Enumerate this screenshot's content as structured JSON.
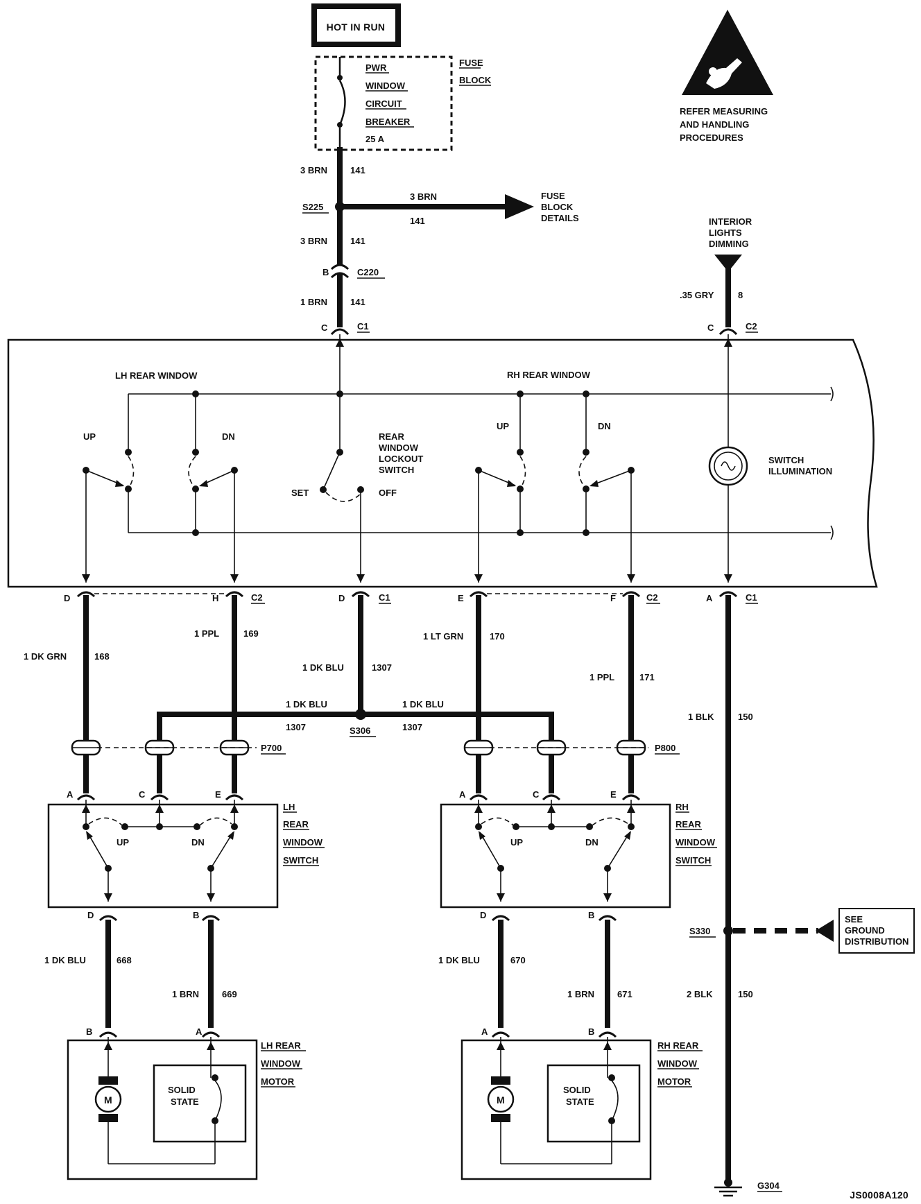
{
  "hot_label": "HOT IN RUN",
  "fuse_block": {
    "label_lines": [
      "FUSE",
      "BLOCK"
    ],
    "breaker_lines": [
      "PWR",
      "WINDOW",
      "CIRCUIT",
      "BREAKER",
      "25 A"
    ]
  },
  "esd_text": [
    "REFER MEASURING",
    "AND HANDLING",
    "PROCEDURES"
  ],
  "feed": {
    "w1": "3 BRN",
    "c1": "141",
    "splice": "S225",
    "branch_wire": "3 BRN",
    "branch_circuit": "141",
    "branch_dest": [
      "FUSE",
      "BLOCK",
      "DETAILS"
    ],
    "w2": "3 BRN",
    "c2": "141",
    "conn_pin": "B",
    "conn": "C220",
    "w3": "1 BRN",
    "c3": "141",
    "sw_pin": "C",
    "sw_conn": "C1"
  },
  "dimming": {
    "label": [
      "INTERIOR",
      "LIGHTS",
      "DIMMING"
    ],
    "wire": ".35 GRY",
    "circuit": "8",
    "pin": "C",
    "conn": "C2"
  },
  "master_switch": {
    "lh_title": "LH REAR WINDOW",
    "rh_title": "RH REAR WINDOW",
    "up": "UP",
    "dn": "DN",
    "lockout": [
      "REAR",
      "WINDOW",
      "LOCKOUT",
      "SWITCH"
    ],
    "set": "SET",
    "off": "OFF",
    "illum": [
      "SWITCH",
      "ILLUMINATION"
    ]
  },
  "bottom_conns": {
    "d": "D",
    "h": "H",
    "c2a": "C2",
    "d2": "D",
    "c1a": "C1",
    "e": "E",
    "f": "F",
    "c2b": "C2",
    "a": "A",
    "c1b": "C1"
  },
  "wires": {
    "lh_up": "1 DK GRN",
    "lh_up_c": "168",
    "lh_dn": "1 PPL",
    "lh_dn_c": "169",
    "lock": "1 DK BLU",
    "lock_c": "1307",
    "rh_up": "1 LT GRN",
    "rh_up_c": "170",
    "rh_dn": "1 PPL",
    "rh_dn_c": "171",
    "gnd": "1 BLK",
    "gnd_c": "150",
    "s306_left_w": "1 DK BLU",
    "s306_left_c": "1307",
    "s306": "S306",
    "s306_right_w": "1 DK BLU",
    "s306_right_c": "1307"
  },
  "p700": "P700",
  "p800": "P800",
  "lh_switch": {
    "pins": [
      "A",
      "C",
      "E"
    ],
    "up": "UP",
    "dn": "DN",
    "title": [
      "LH",
      "REAR",
      "WINDOW",
      "SWITCH"
    ],
    "out_pins": [
      "D",
      "B"
    ]
  },
  "rh_switch": {
    "pins": [
      "A",
      "C",
      "E"
    ],
    "up": "UP",
    "dn": "DN",
    "title": [
      "RH",
      "REAR",
      "WINDOW",
      "SWITCH"
    ],
    "out_pins": [
      "D",
      "B"
    ]
  },
  "lh_motor_wires": {
    "w1": "1 DK BLU",
    "c1": "668",
    "w2": "1 BRN",
    "c2": "669"
  },
  "rh_motor_wires": {
    "w1": "1 DK BLU",
    "c1": "670",
    "w2": "1 BRN",
    "c2": "671"
  },
  "ground": {
    "splice": "S330",
    "see": [
      "SEE",
      "GROUND",
      "DISTRIBUTION"
    ],
    "w": "2 BLK",
    "c": "150",
    "g": "G304"
  },
  "lh_motor": {
    "pins": [
      "B",
      "A"
    ],
    "title": [
      "LH REAR",
      "WINDOW",
      "MOTOR"
    ],
    "m": "M",
    "ss": [
      "SOLID",
      "STATE"
    ]
  },
  "rh_motor": {
    "pins": [
      "A",
      "B"
    ],
    "title": [
      "RH REAR",
      "WINDOW",
      "MOTOR"
    ],
    "m": "M",
    "ss": [
      "SOLID",
      "STATE"
    ]
  },
  "code": "JS0008A120"
}
